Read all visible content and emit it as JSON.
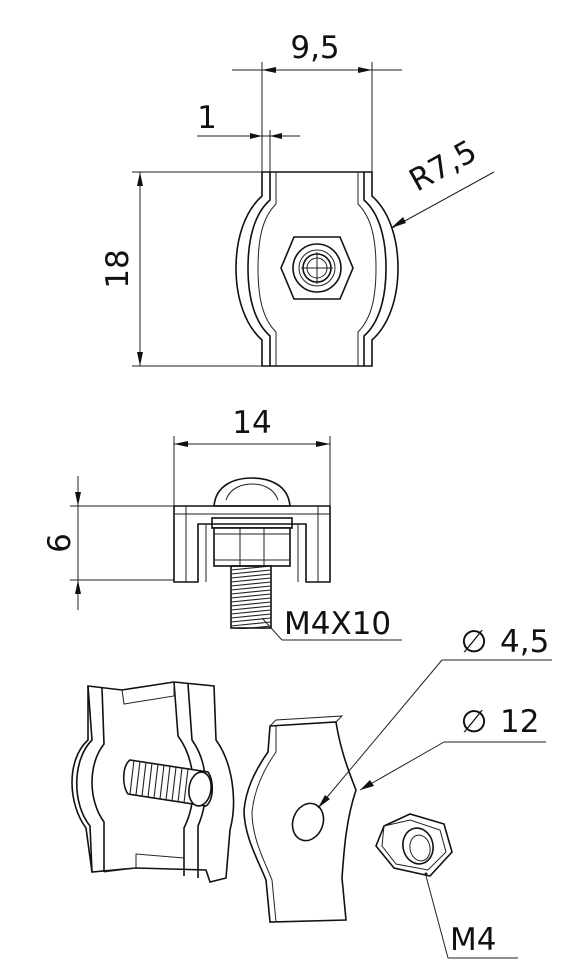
{
  "dimensions": {
    "top_width": "9,5",
    "plate_thickness": "1",
    "radius": "R7,5",
    "height": "18",
    "front_width": "14",
    "front_height": "6"
  },
  "callouts": {
    "bolt": "M4X10",
    "hole_diameter": "4,5",
    "plate_diameter": "12",
    "nut": "M4",
    "diameter_symbol": "∅"
  }
}
